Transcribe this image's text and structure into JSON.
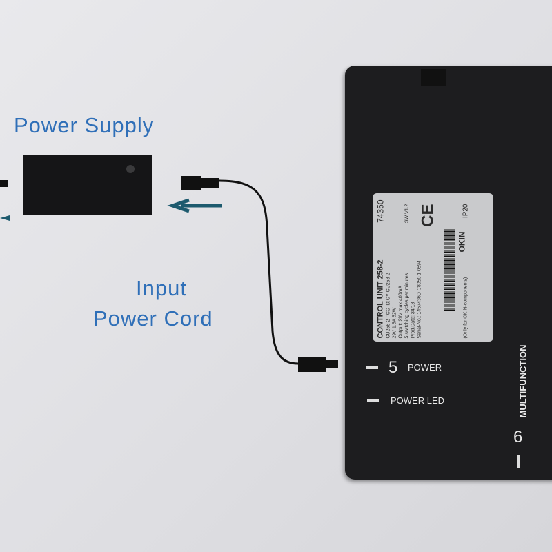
{
  "labels": {
    "power_supply": "Power Supply",
    "input_line1": "Input",
    "input_line2": "Power Cord"
  },
  "control_unit": {
    "port_5_number": "5",
    "port_5_label": "POWER",
    "power_led_label": "POWER LED",
    "port_6_number": "6",
    "port_6_label": "MULTIFUNCTION",
    "product_label": {
      "title": "CONTROL UNIT 258-2",
      "part_number": "74350",
      "lines": [
        "CU258-2  FCC ID:OY CU258-2",
        "29V  1.5A  52W",
        "Output: 29V max 400mA",
        "5 switching cycles per minutes",
        "Prod.Date: 34/18",
        "Serial-No.: 1457436D C8050 1 0594",
        "(Only for OKIN-components)"
      ],
      "sw": "SW V1.2",
      "brand": "OKIN",
      "rating": "IP20",
      "ce_mark": "CE"
    }
  },
  "colors": {
    "text_blue": "#2f6fb8",
    "arrow_teal": "#1d5a6e",
    "device": "#1d1d1f"
  }
}
